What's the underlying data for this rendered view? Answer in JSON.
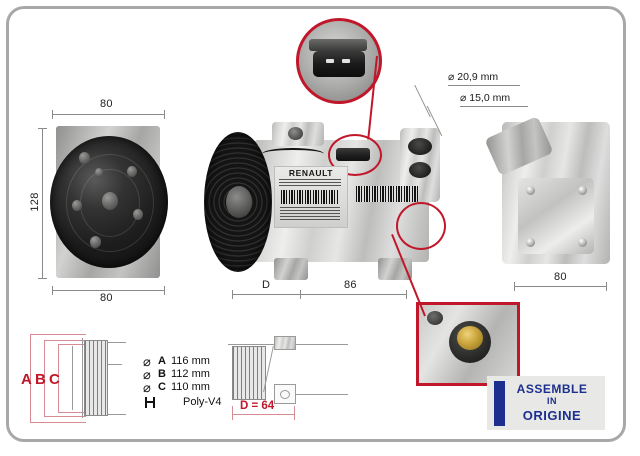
{
  "sheet": {
    "accent_red": "#c0172a",
    "badge_blue": "#1c2f8f",
    "frame_gray": "#a8a8a8"
  },
  "left_view": {
    "name": "front-view",
    "dim_top": "80",
    "dim_bottom": "80",
    "dim_height": "128"
  },
  "center_view": {
    "name": "side-view",
    "brand_label": "RENAULT",
    "dim_d": "D",
    "dim_86": "86"
  },
  "right_view": {
    "name": "rear-view",
    "dim_width": "80",
    "port_a": "20,9 mm",
    "port_b": "15,0 mm",
    "diameter_symbol": "⌀"
  },
  "detail_top": {
    "name": "electrical-connector-detail"
  },
  "detail_bottom": {
    "name": "service-valve-detail"
  },
  "section_drawing": {
    "label_a": "A",
    "label_b": "B",
    "label_c": "C"
  },
  "legend": {
    "rows": [
      {
        "symbol": "⌀",
        "letter": "A",
        "value": "116 mm"
      },
      {
        "symbol": "⌀",
        "letter": "B",
        "value": "112 mm"
      },
      {
        "symbol": "⌀",
        "letter": "C",
        "value": "110 mm"
      }
    ],
    "belt_label": "Poly-V4"
  },
  "profile_drawing": {
    "d_label": "D = 64"
  },
  "badge": {
    "line1": "ASSEMBLE",
    "line2": "IN",
    "line3": "ORIGINE"
  }
}
